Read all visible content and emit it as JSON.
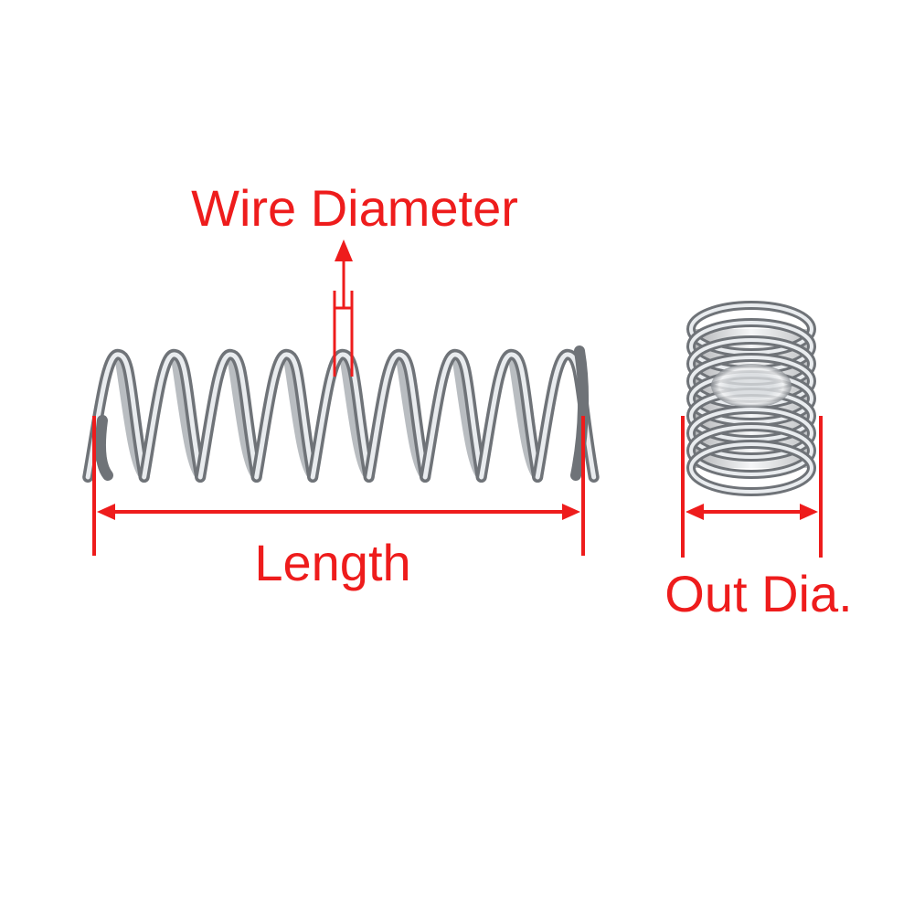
{
  "labels": {
    "wire_diameter": "Wire Diameter",
    "length": "Length",
    "out_dia": "Out Dia."
  },
  "colors": {
    "annotation": "#ee1c1c",
    "spring_dark": "#6f7378",
    "spring_light": "#e9ecef",
    "background": "#ffffff"
  },
  "spring_side_view": {
    "visible_coils": 9
  },
  "spring_end_view": {
    "visible_rings": 9
  }
}
